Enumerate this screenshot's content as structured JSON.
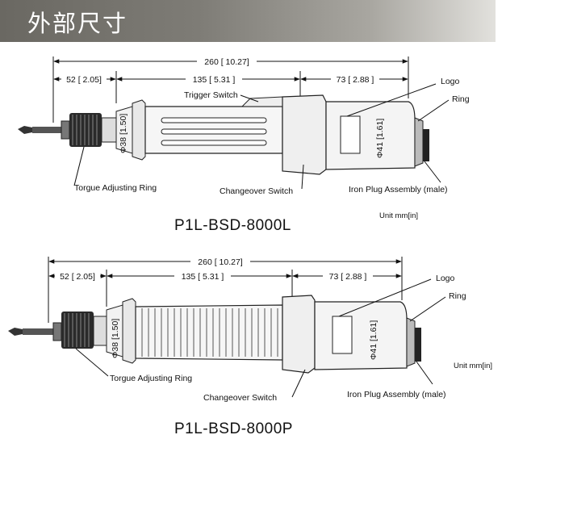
{
  "header": {
    "title": "外部尺寸"
  },
  "diagrams": [
    {
      "model": "P1L-BSD-8000L",
      "dims": {
        "overall": "260 [ 10.27]",
        "front": "52 [ 2.05]",
        "middle": "135 [ 5.31 ]",
        "rear": "73 [ 2.88 ]",
        "dia_small": "Φ38 [1.50]",
        "dia_large": "Φ41 [1.61]"
      },
      "labels": {
        "logo": "Logo",
        "ring": "Ring",
        "trigger": "Trigger Switch",
        "torque": "Torgue Adjusting Ring",
        "changeover": "Changeover Switch",
        "plug": "Iron Plug Assembly (male)"
      },
      "unit": "Unit  mm[in]"
    },
    {
      "model": "P1L-BSD-8000P",
      "dims": {
        "overall": "260 [ 10.27]",
        "front": "52 [ 2.05]",
        "middle": "135 [ 5.31 ]",
        "rear": "73 [ 2.88 ]",
        "dia_small": "Φ38 [1.50]",
        "dia_large": "Φ41 [1.61]"
      },
      "labels": {
        "logo": "Logo",
        "ring": "Ring",
        "torque": "Torgue Adjusting Ring",
        "changeover": "Changeover Switch",
        "plug": "Iron Plug Assembly (male)"
      },
      "unit": "Unit  mm[in]"
    }
  ]
}
